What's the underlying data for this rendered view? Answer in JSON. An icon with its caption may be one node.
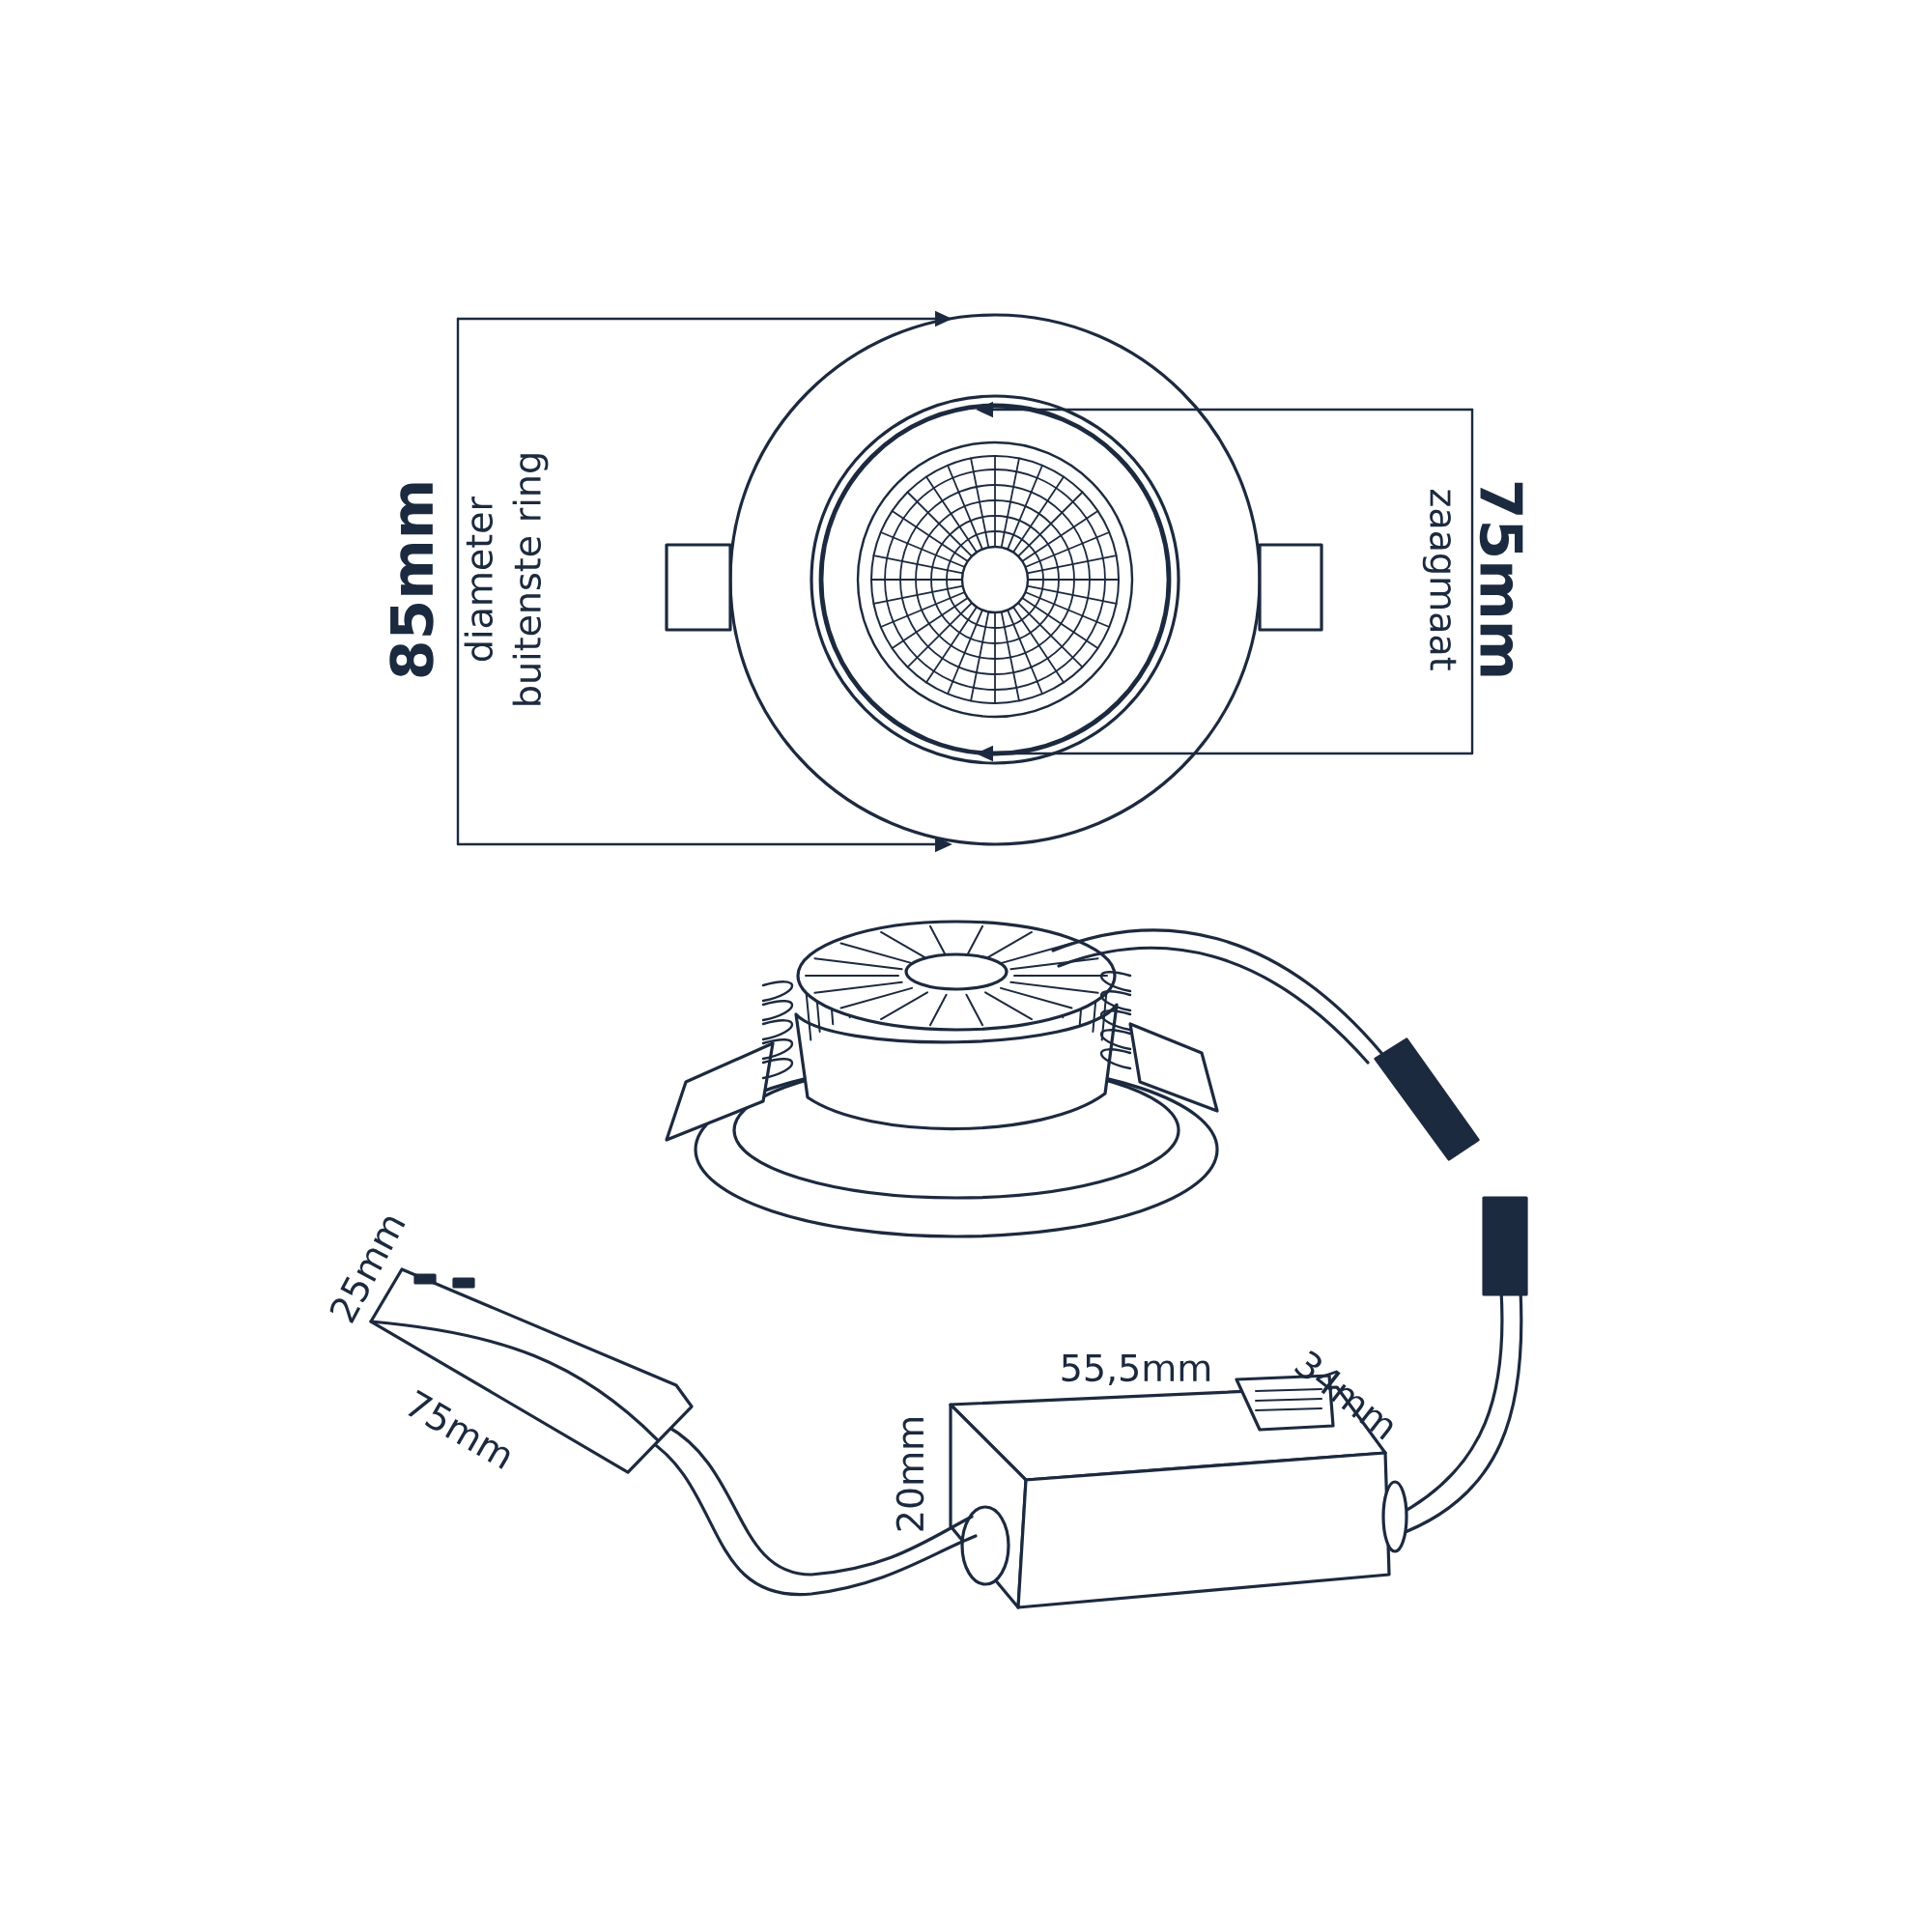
{
  "diagram": {
    "labels": [
      "85mm",
      "diameter buitenste ring",
      "zaagmaat",
      "75mm",
      "25mm",
      "75mm",
      "55,5mm",
      "34mm",
      "20mm"
    ]
  }
}
